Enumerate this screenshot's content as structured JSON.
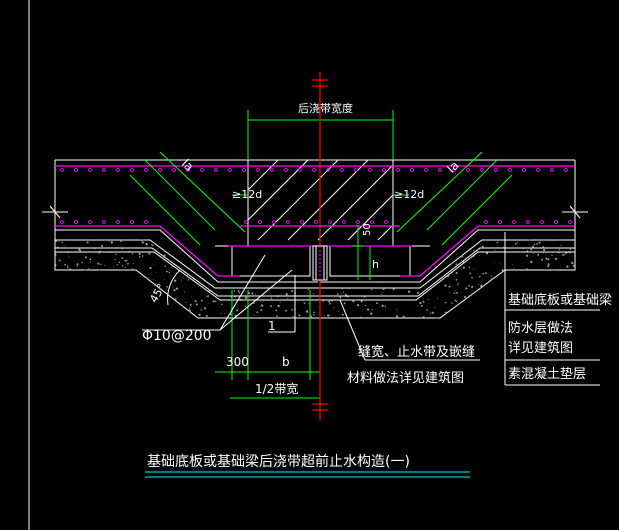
{
  "labels": {
    "band_width": "后浇带宽度",
    "lap_left": "la",
    "lap_right": "la",
    "anchor_left": "≥12d",
    "anchor_right": "≥12d",
    "dim_50": "50",
    "dim_h": "h",
    "angle": "45°",
    "rebar": "Φ10@200",
    "callout_1": "1",
    "dim_300": "300",
    "dim_b": "b",
    "half_band": "1/2带宽",
    "note_line1": "缝宽、止水带及嵌缝",
    "note_line2": "材料做法详见建筑图",
    "legend_slab": "基础底板或基础梁",
    "legend_waterproof_1": "防水层做法",
    "legend_waterproof_2": "详见建筑图",
    "legend_bedding": "素混凝土垫层",
    "title": "基础底板或基础梁后浇带超前止水构造(一)"
  },
  "colors": {
    "background": "#000000",
    "outline": "#ffffff",
    "rebar": "#ff00ff",
    "dimension": "#00ff00",
    "centerline": "#ff0000",
    "title_underline": "#00c8c8",
    "hatch_dots": "#9a9a9a"
  }
}
